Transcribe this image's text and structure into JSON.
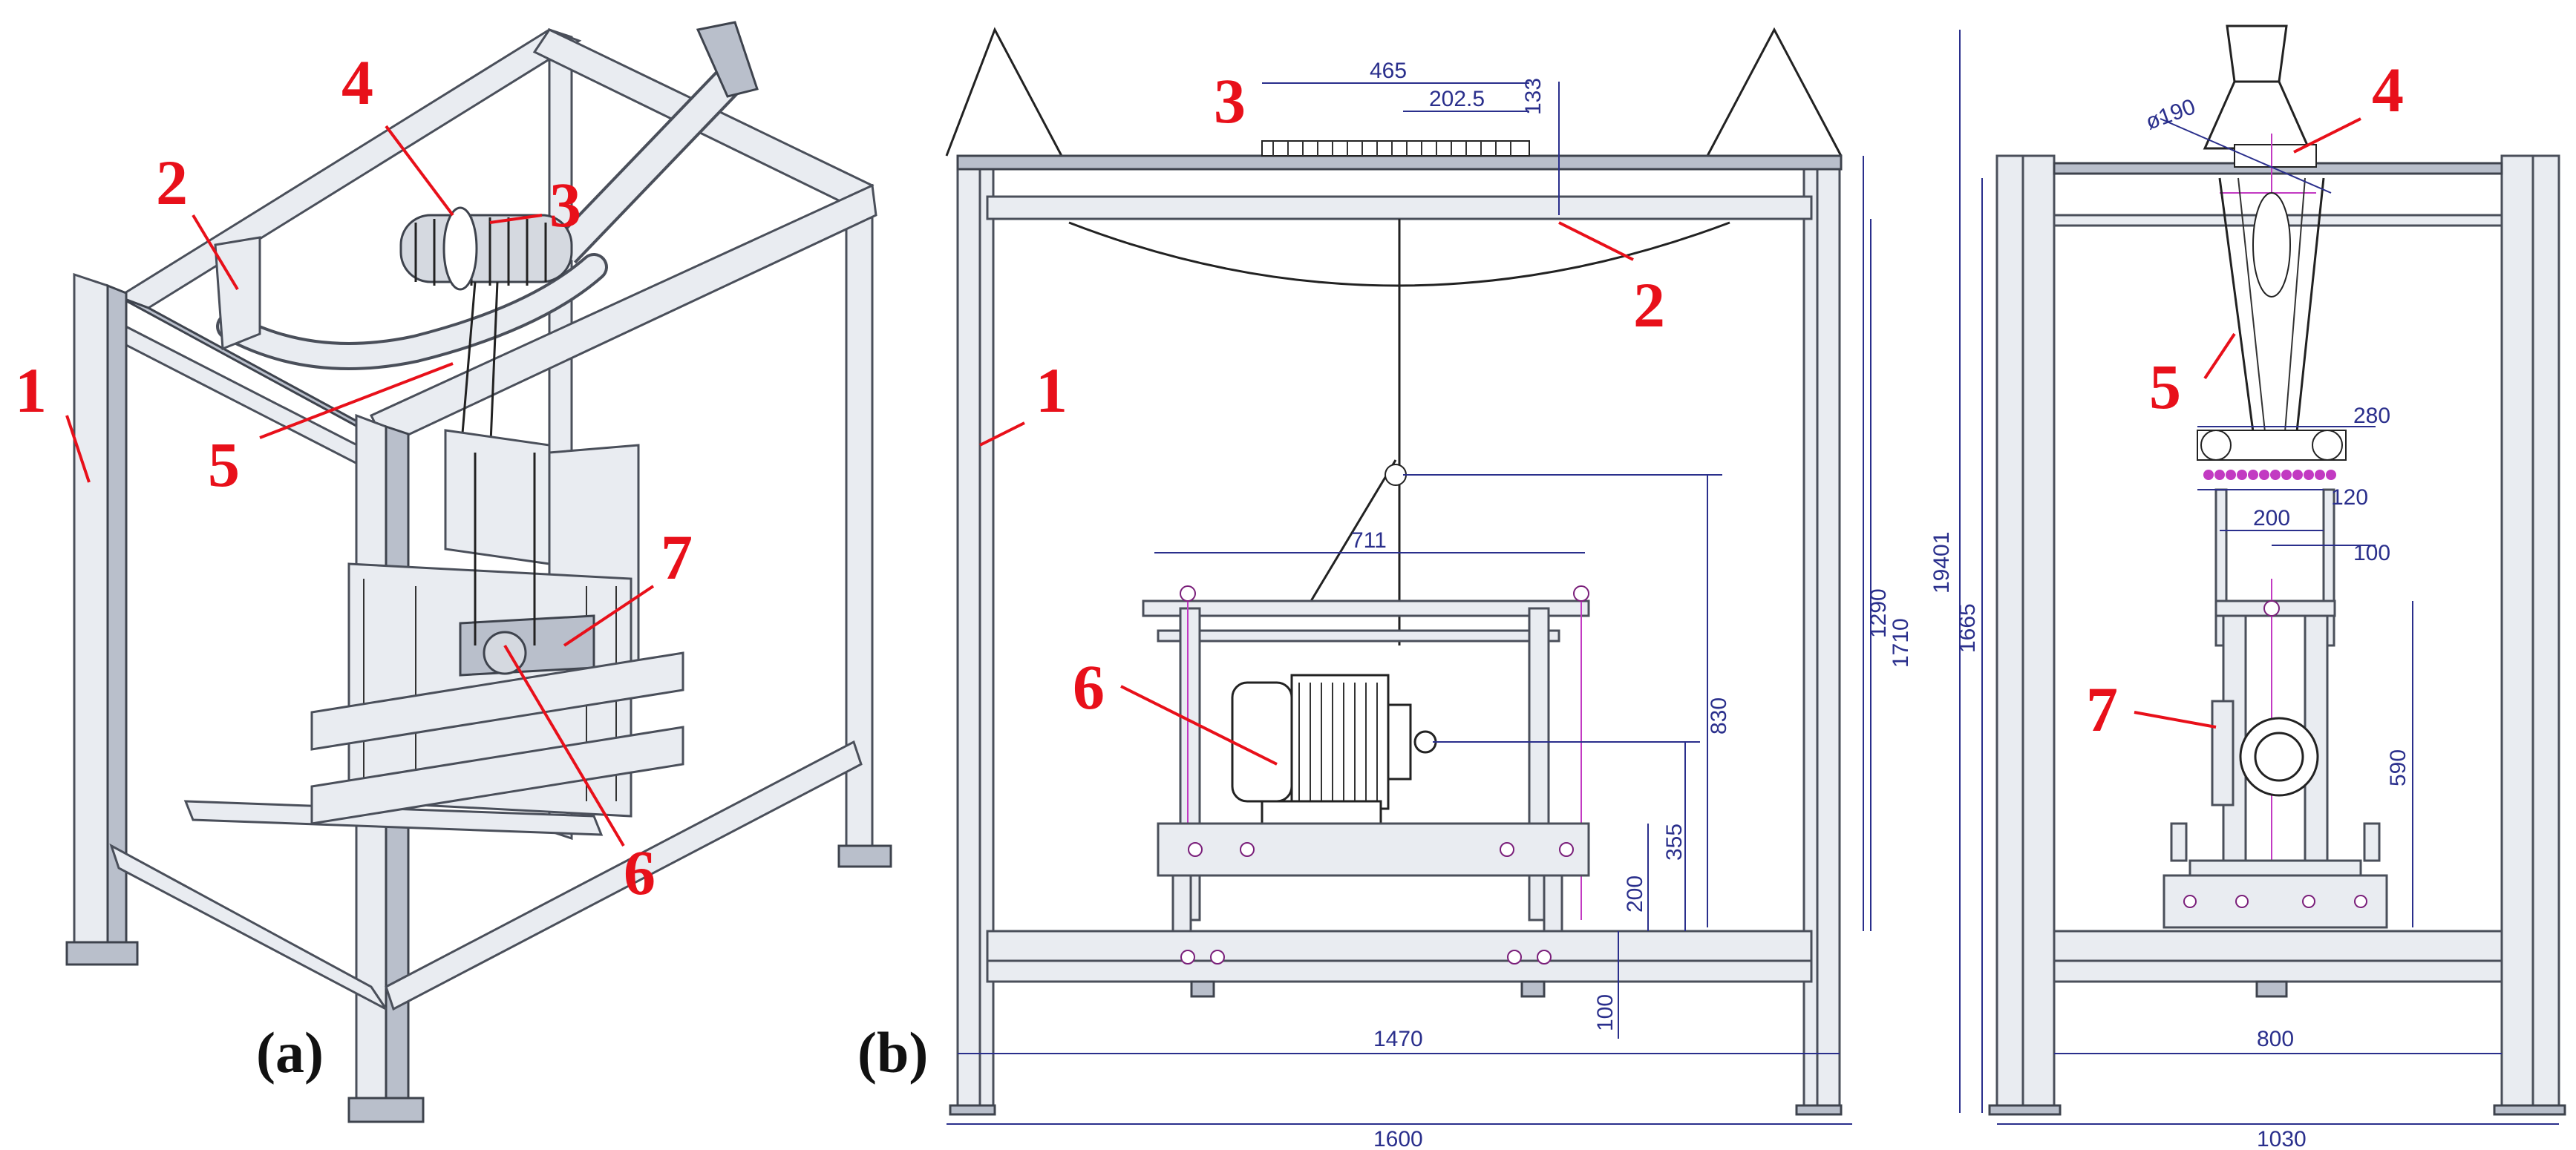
{
  "panels": {
    "a": "(a)",
    "b": "(b)"
  },
  "iso_labels": [
    "1",
    "2",
    "3",
    "4",
    "5",
    "6",
    "7"
  ],
  "front_labels": [
    "1",
    "2",
    "3",
    "6"
  ],
  "side_labels": [
    "4",
    "5",
    "7"
  ],
  "front_dims": {
    "d465": "465",
    "d202_5": "202.5",
    "d133": "133",
    "d711": "711",
    "d830": "830",
    "d1290": "1290",
    "d1710": "1710",
    "d355": "355",
    "d200": "200",
    "d100": "100",
    "d1470": "1470",
    "d1600": "1600"
  },
  "side_dims": {
    "d1940": "19401",
    "d1665": "1665",
    "dphi190": "ø190",
    "d280": "280",
    "d120": "120",
    "d200": "200",
    "d100": "100",
    "d590": "590",
    "d800": "800",
    "d1030": "1030"
  },
  "colors": {
    "label_red": "#e8101a",
    "dimension_blue": "#2a2f8c",
    "steel_light": "#e9ecf1",
    "steel_dark": "#b9bfcb",
    "centerline_magenta": "#c23ac2"
  }
}
